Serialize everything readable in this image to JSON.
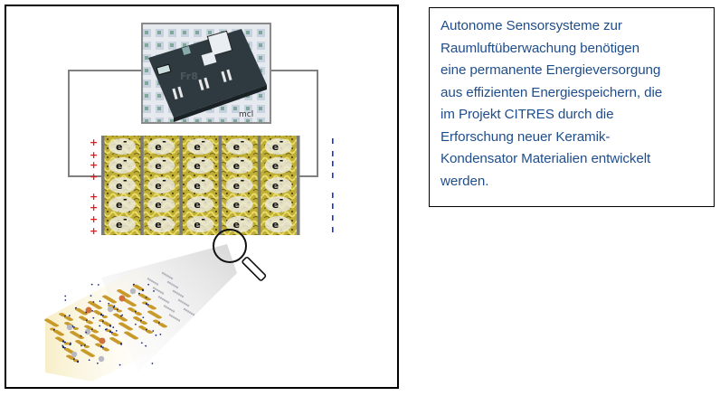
{
  "description": {
    "text": "Autonome Sensorsysteme zur Raumluftüberwachung benötigen eine permanente Energieversorgung aus effizienten Energiespeichern, die im Projekt CITRES durch die Erforschung neuer Keramik-Kondensator Materialien entwickelt werden.",
    "lines": [
      "Autonome Sensorsysteme zur",
      "Raumluftüberwachung benötigen",
      "eine permanente Energieversorgung",
      "aus effizienten Energiespeichern, die",
      "im Projekt CITRES durch die",
      "Erforschung neuer Keramik-",
      "Kondensator Materialien entwickelt",
      "werden."
    ],
    "text_color": "#1f4e8c"
  },
  "diagram": {
    "sensor_chip": {
      "label": "Fr8",
      "logo": "mcl"
    },
    "capacitor": {
      "columns": 5,
      "rows": 5,
      "electron_label": "e",
      "electron_superscript": "-",
      "positive_sign": "+",
      "negative_sign": "-",
      "positive_count": 8,
      "negative_count": 8,
      "positive_color": "#e11b1b",
      "negative_color": "#1a2fd6",
      "material_color": "#c8b83a",
      "plate_color": "#7a7a7a"
    },
    "magnifier": {
      "icon": "magnifier-icon"
    },
    "lattice": {
      "atom_colors": [
        "#c89a2a",
        "#1a2a7a",
        "#b8b8c0",
        "#d0703a"
      ]
    },
    "wire_color": "#808080"
  }
}
